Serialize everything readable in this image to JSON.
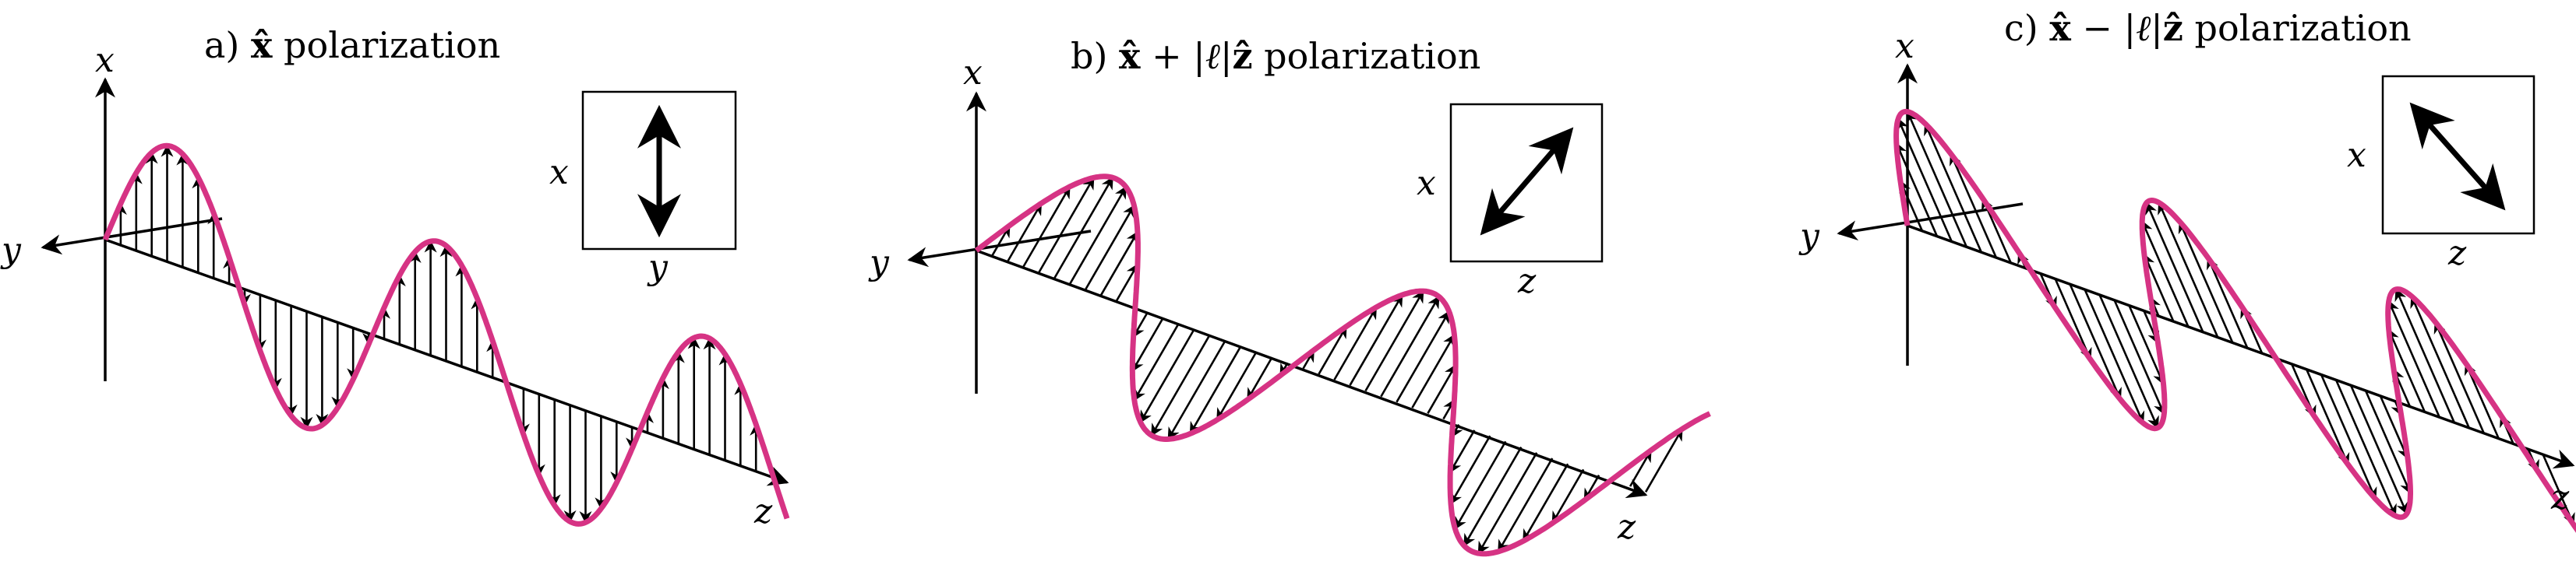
{
  "colors": {
    "wave": "#d63384",
    "ink": "#000000"
  },
  "panels": [
    {
      "title": {
        "prefix": "a)",
        "vec": "x̂",
        "rest": " polarization"
      },
      "axes": {
        "vertical": "x",
        "side": "y",
        "propagation": "z"
      },
      "inset": {
        "left_label": "x",
        "bottom_label": "y",
        "arrow": "double-vertical-arrow"
      }
    },
    {
      "title": {
        "prefix": "b)",
        "vec": "x̂",
        "rest_a": " + |",
        "ell": "ℓ",
        "rest_b": "|",
        "vec2": "ẑ",
        "rest": " polarization"
      },
      "axes": {
        "vertical": "x",
        "side": "y",
        "propagation": "z"
      },
      "inset": {
        "left_label": "x",
        "bottom_label": "z",
        "arrow": "double-diagonal-up-right-arrow"
      }
    },
    {
      "title": {
        "prefix": "c)",
        "vec": "x̂",
        "rest_a": " − |",
        "ell": "ℓ",
        "rest_b": "|",
        "vec2": "ẑ",
        "rest": " polarization"
      },
      "axes": {
        "vertical": "x",
        "side": "y",
        "propagation": "z"
      },
      "inset": {
        "left_label": "x",
        "bottom_label": "z",
        "arrow": "double-diagonal-down-right-arrow"
      }
    }
  ]
}
